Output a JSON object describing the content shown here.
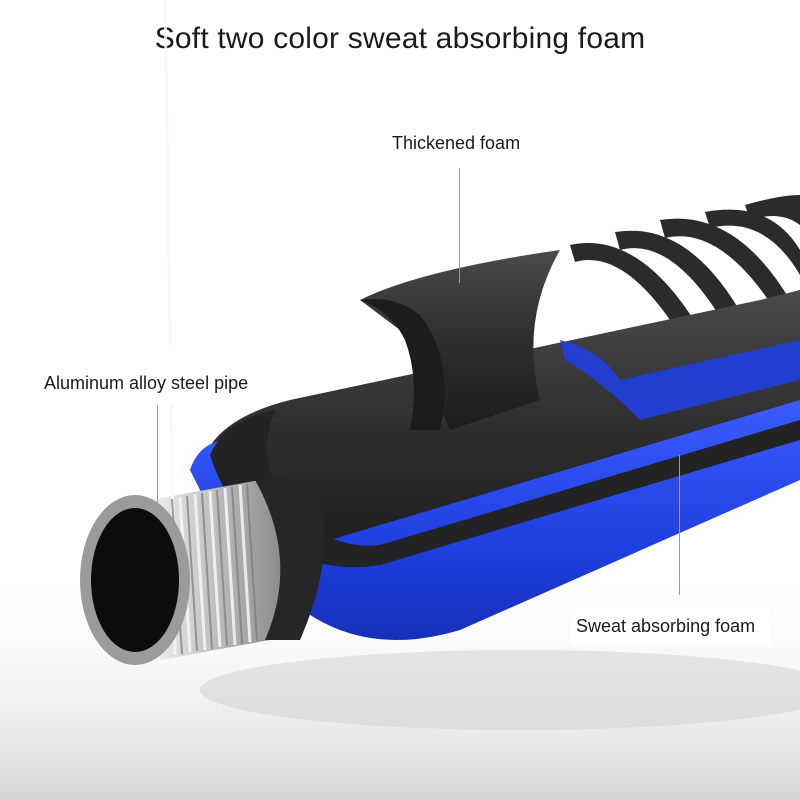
{
  "title": "Soft two color sweat absorbing foam",
  "labels": {
    "thickened_foam": "Thickened foam",
    "steel_pipe": "Aluminum alloy steel pipe",
    "sweat_foam": "Sweat absorbing foam"
  },
  "colors": {
    "foam_black": "#2e2e30",
    "foam_blue": "#1f3fe0",
    "steel": "#c9c9c9"
  }
}
